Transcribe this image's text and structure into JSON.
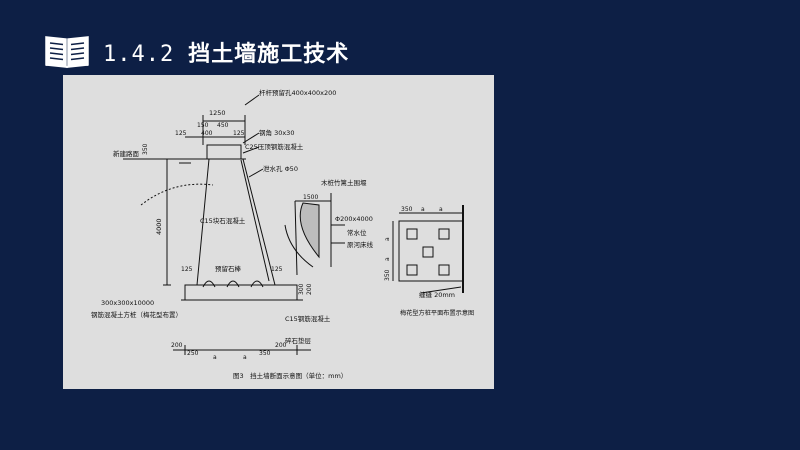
{
  "header": {
    "section_number": "1.4.2",
    "title": "挡土墙施工技术",
    "icon": "book-icon"
  },
  "figure": {
    "caption": "图3　挡土墙断面示意图（单位：mm）",
    "labels": {
      "anchor_hole": "杆杆预留孔400x400x200",
      "rebar": "钢角 30x30",
      "cap_concrete": "C25压顶钢筋混凝土",
      "drain_hole": "泄水孔 Φ50",
      "road_surface": "新建路面",
      "wall_body": "C15块石混凝土",
      "backfill_stone": "预留石棒",
      "pile_spec": "300x300x10000",
      "foundation": "钢筋混凝土方桩（梅花型布置）",
      "base_concrete": "C15钢筋混凝土",
      "gravel": "碎石垫层",
      "timber_pile": "木桩竹篱土围堰",
      "pipe": "Φ200x4000",
      "water_level": "常水位",
      "bed_line": "原河床线",
      "plan_title": "梅花型方桩平面布置示意图",
      "joint": "缝缝 20mm"
    },
    "dimensions": {
      "top_width": "1250",
      "d150": "150",
      "d450": "450",
      "d125a": "125",
      "d400": "400",
      "d125b": "125",
      "d350_left": "350",
      "height": "4000",
      "d125_left": "125",
      "d125_right": "125",
      "d1500": "1500",
      "d300": "300",
      "d200a": "200",
      "d200b": "200",
      "d250": "250",
      "a1": "a",
      "a2": "a",
      "d350_bottom": "350",
      "d200_right": "200",
      "plan_350_top": "350",
      "plan_a1": "a",
      "plan_a2": "a",
      "plan_350_left": "350",
      "plan_a_left1": "a",
      "plan_a_left2": "a"
    }
  },
  "colors": {
    "background": "#0d1f45",
    "panel": "#dedede",
    "ink": "#111111",
    "title": "#ffffff"
  }
}
